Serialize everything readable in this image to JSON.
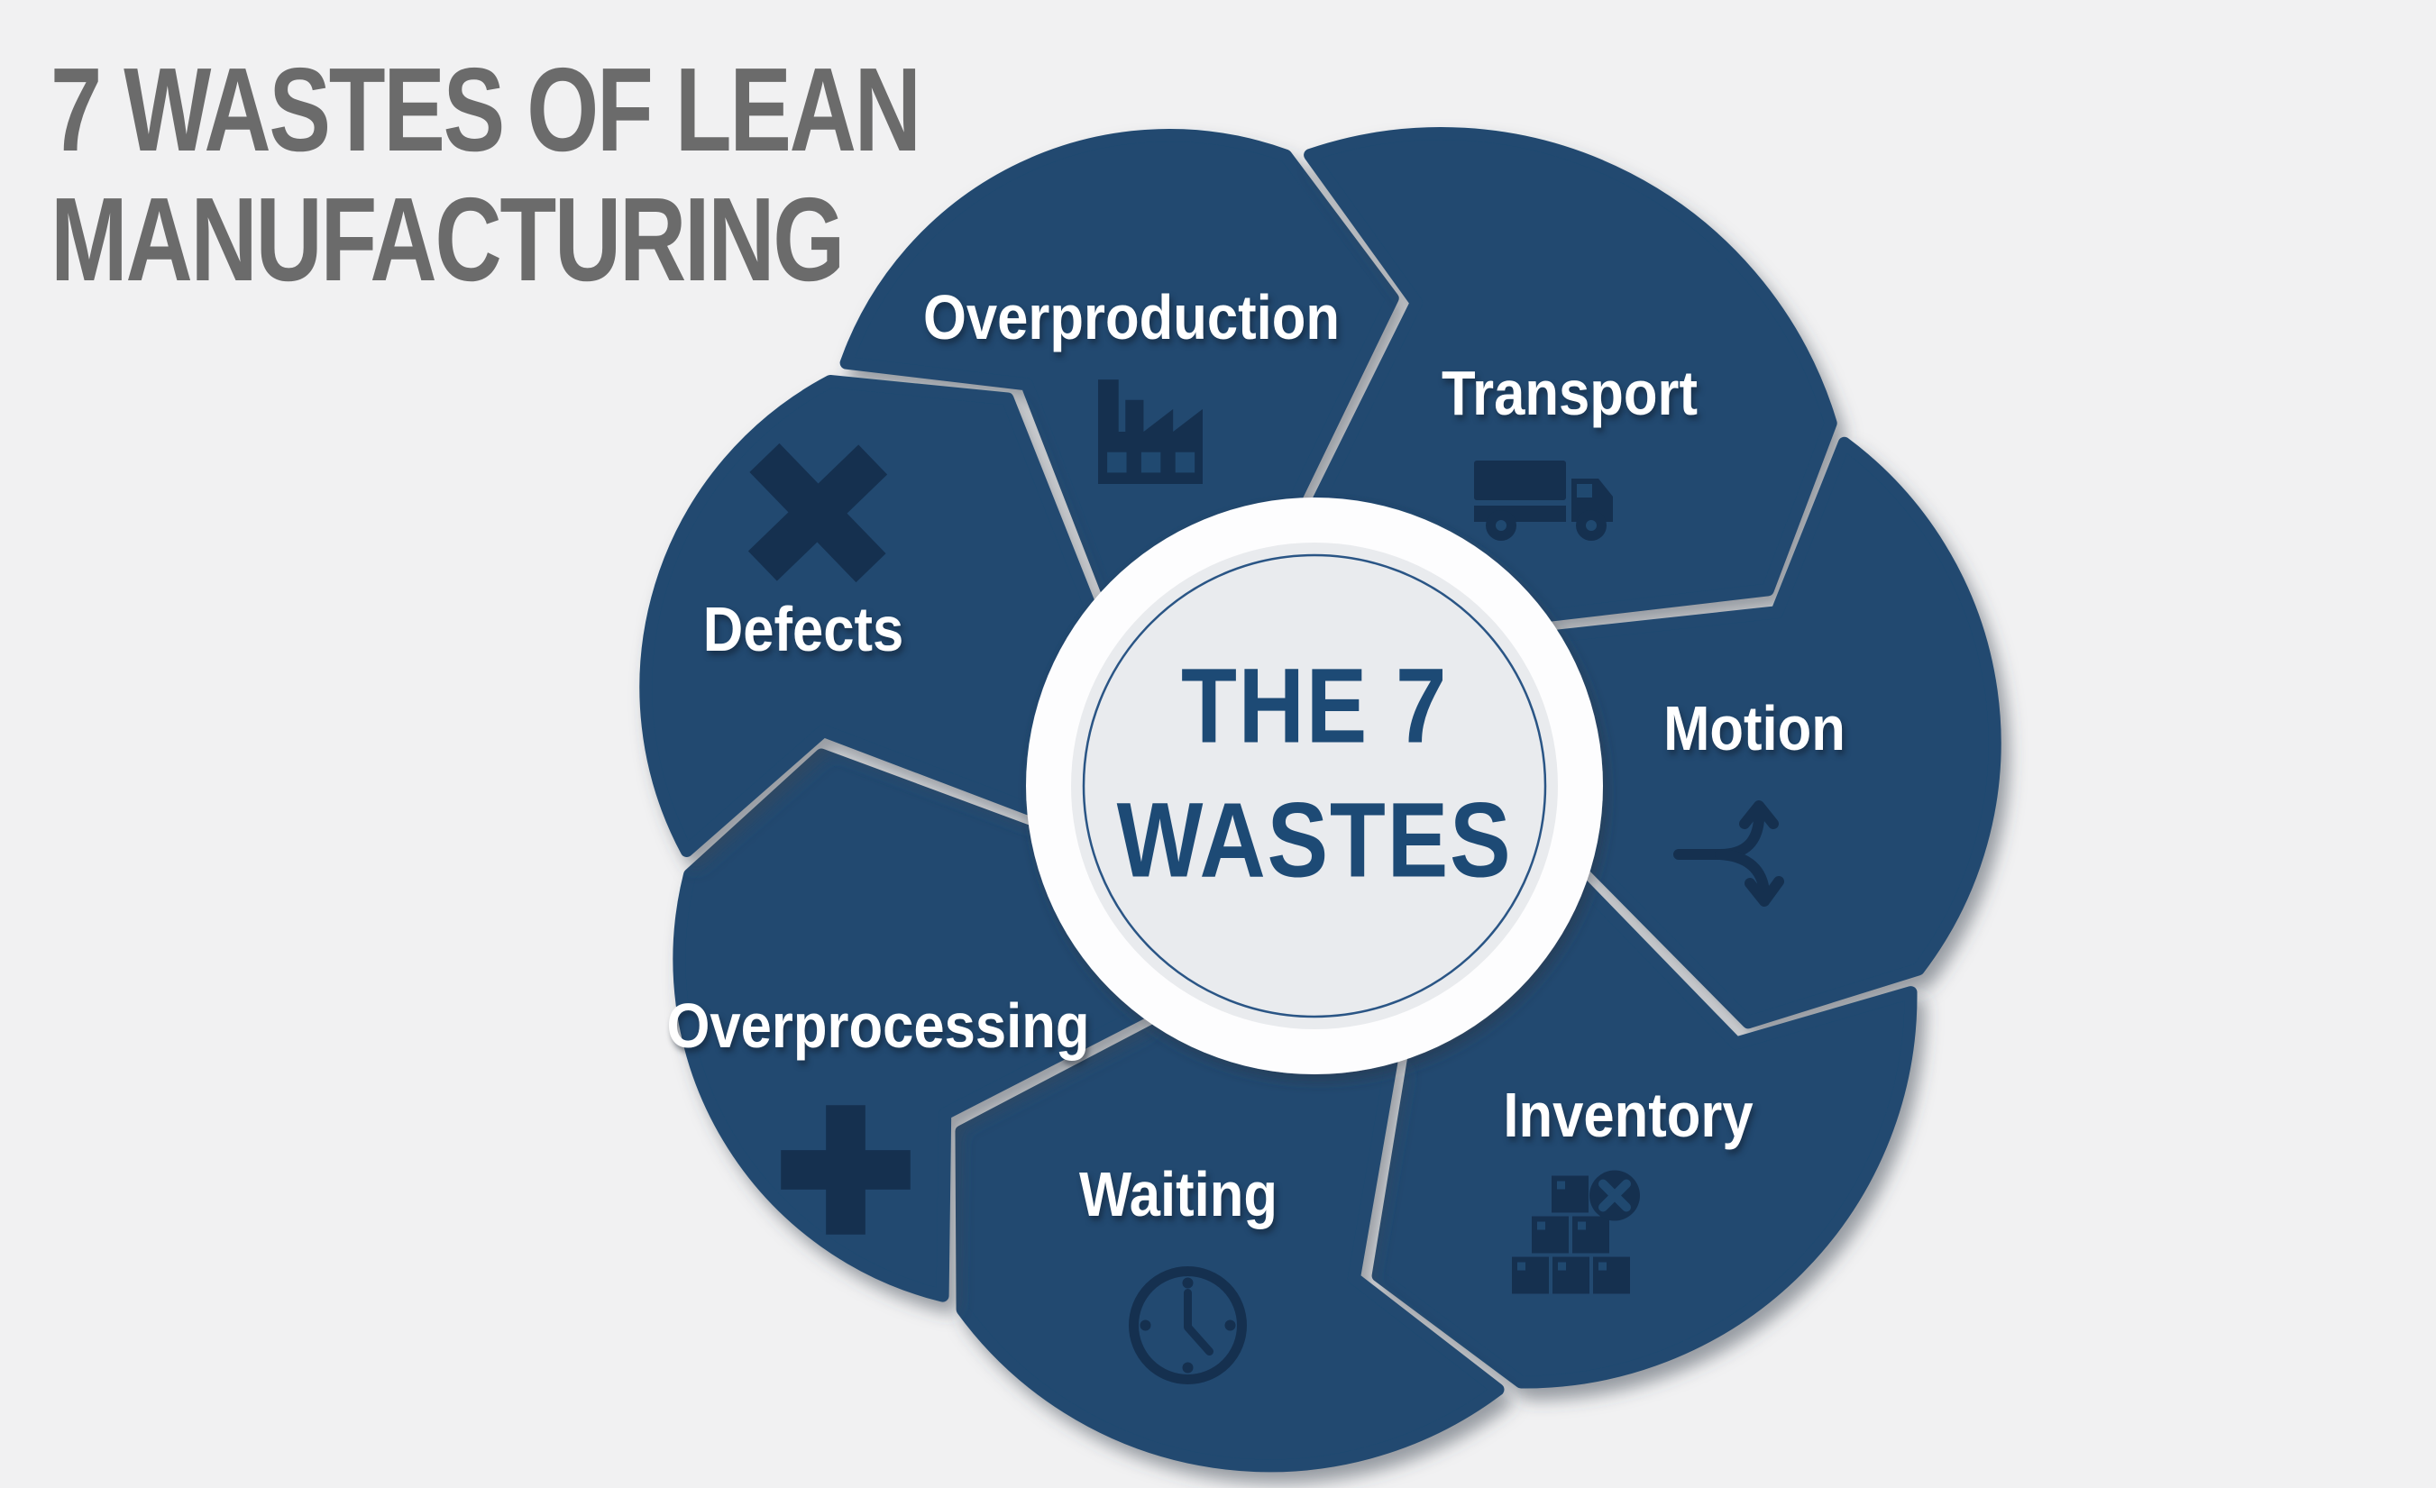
{
  "title": {
    "line1": "7 WASTES OF LEAN",
    "line2": "MANUFACTURING"
  },
  "center": {
    "line1": "THE 7",
    "line2": "WASTES"
  },
  "segments": [
    {
      "label": "Overproduction",
      "icon": "factory-icon"
    },
    {
      "label": "Transport",
      "icon": "truck-icon"
    },
    {
      "label": "Motion",
      "icon": "motion-arrows-icon"
    },
    {
      "label": "Inventory",
      "icon": "inventory-boxes-icon"
    },
    {
      "label": "Waiting",
      "icon": "clock-icon"
    },
    {
      "label": "Overprocessing",
      "icon": "plus-icon"
    },
    {
      "label": "Defects",
      "icon": "x-icon"
    }
  ],
  "colors": {
    "background": "#f1f1f2",
    "title_text": "#6b6b6b",
    "segment_fill": "#204970",
    "icon_fill": "#15304f",
    "label_text": "#ffffff",
    "hub_fill": "#fdfdfe",
    "center_circle_fill": "#e9ebee",
    "center_ring": "#2a5585",
    "center_text": "#1d4a75"
  }
}
